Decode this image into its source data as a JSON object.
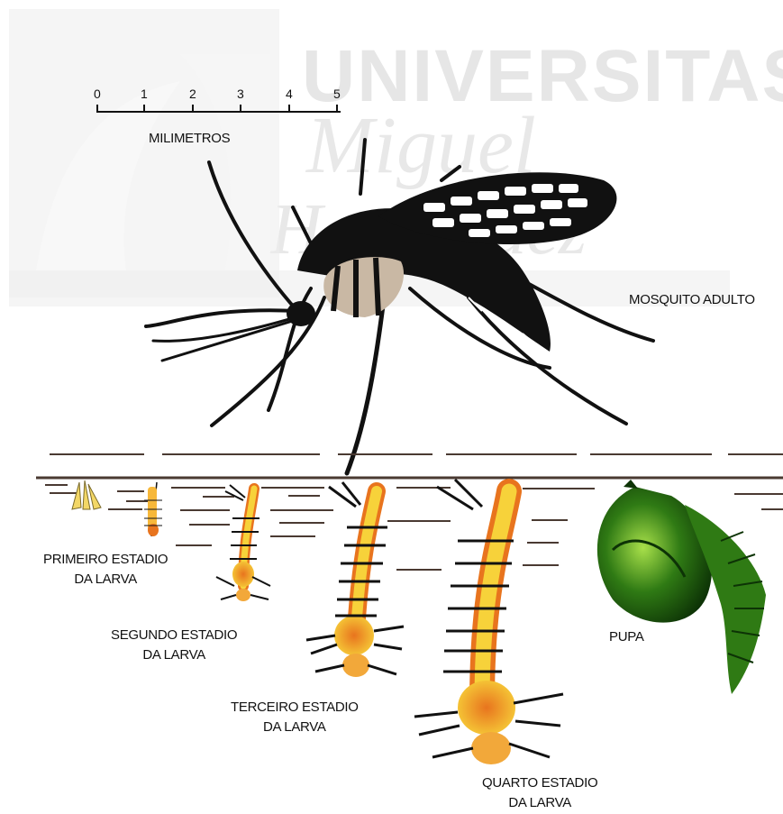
{
  "watermark": {
    "line1": "UNIVERSITAS",
    "line2": "Miguel",
    "line3": "Hernández"
  },
  "scale": {
    "ticks": [
      "0",
      "1",
      "2",
      "3",
      "4",
      "5"
    ],
    "unit_label": "MILIMETROS"
  },
  "labels": {
    "adult": "MOSQUITO ADULTO",
    "larva1_l1": "PRIMEIRO ESTADIO",
    "larva1_l2": "DA LARVA",
    "larva2_l1": "SEGUNDO ESTADIO",
    "larva2_l2": "DA LARVA",
    "larva3_l1": "TERCEIRO ESTADIO",
    "larva3_l2": "DA LARVA",
    "larva4_l1": "QUARTO ESTADIO",
    "larva4_l2": "DA LARVA",
    "pupa": "PUPA"
  },
  "colors": {
    "mosquito": "#111111",
    "abdomen": "#c9b8a4",
    "larva_light": "#f7d23a",
    "larva_dark": "#e8741e",
    "pupa_green": "#2f7a14",
    "pupa_dark": "#0d3306",
    "water_line": "#4a3a32"
  }
}
